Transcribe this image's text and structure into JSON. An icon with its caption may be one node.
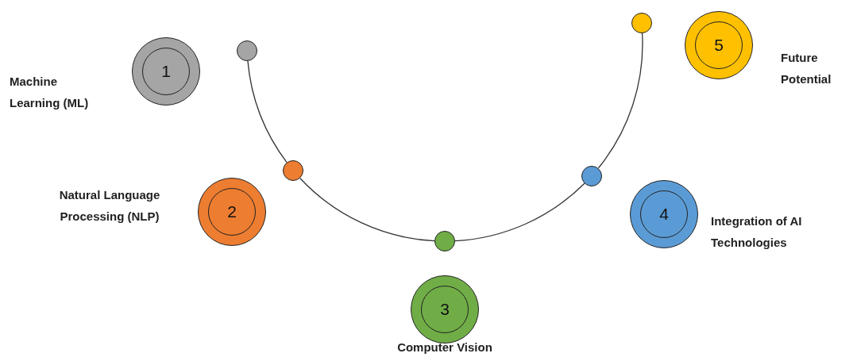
{
  "diagram": {
    "nodes": [
      {
        "text": [
          "1"
        ],
        "beside": [
          "Machine Learning (ML)"
        ]
      },
      {
        "text": [
          "2"
        ],
        "beside": [
          "Natural Language Processing (NLP)"
        ]
      },
      {
        "text": [
          "3"
        ],
        "beside": [
          "Computer Vision"
        ]
      },
      {
        "text": [
          "4"
        ],
        "beside": [
          "Integration of AI Technologies"
        ]
      },
      {
        "text": [
          "5"
        ],
        "beside": [
          "Future Potential"
        ]
      },
      {
        "text": [],
        "shape": "circle"
      },
      {
        "text": [],
        "shape": "circle"
      },
      {
        "text": [],
        "shape": "circle"
      },
      {
        "text": [],
        "shape": "circle"
      },
      {
        "text": [],
        "shape": "circle"
      }
    ],
    "edges": [
      {
        "from": 5,
        "to": 6,
        "arrow": "none"
      },
      {
        "from": 6,
        "to": 7,
        "arrow": "none"
      },
      {
        "from": 7,
        "to": 8,
        "arrow": "none"
      },
      {
        "from": 8,
        "to": 9,
        "arrow": "none"
      }
    ]
  }
}
